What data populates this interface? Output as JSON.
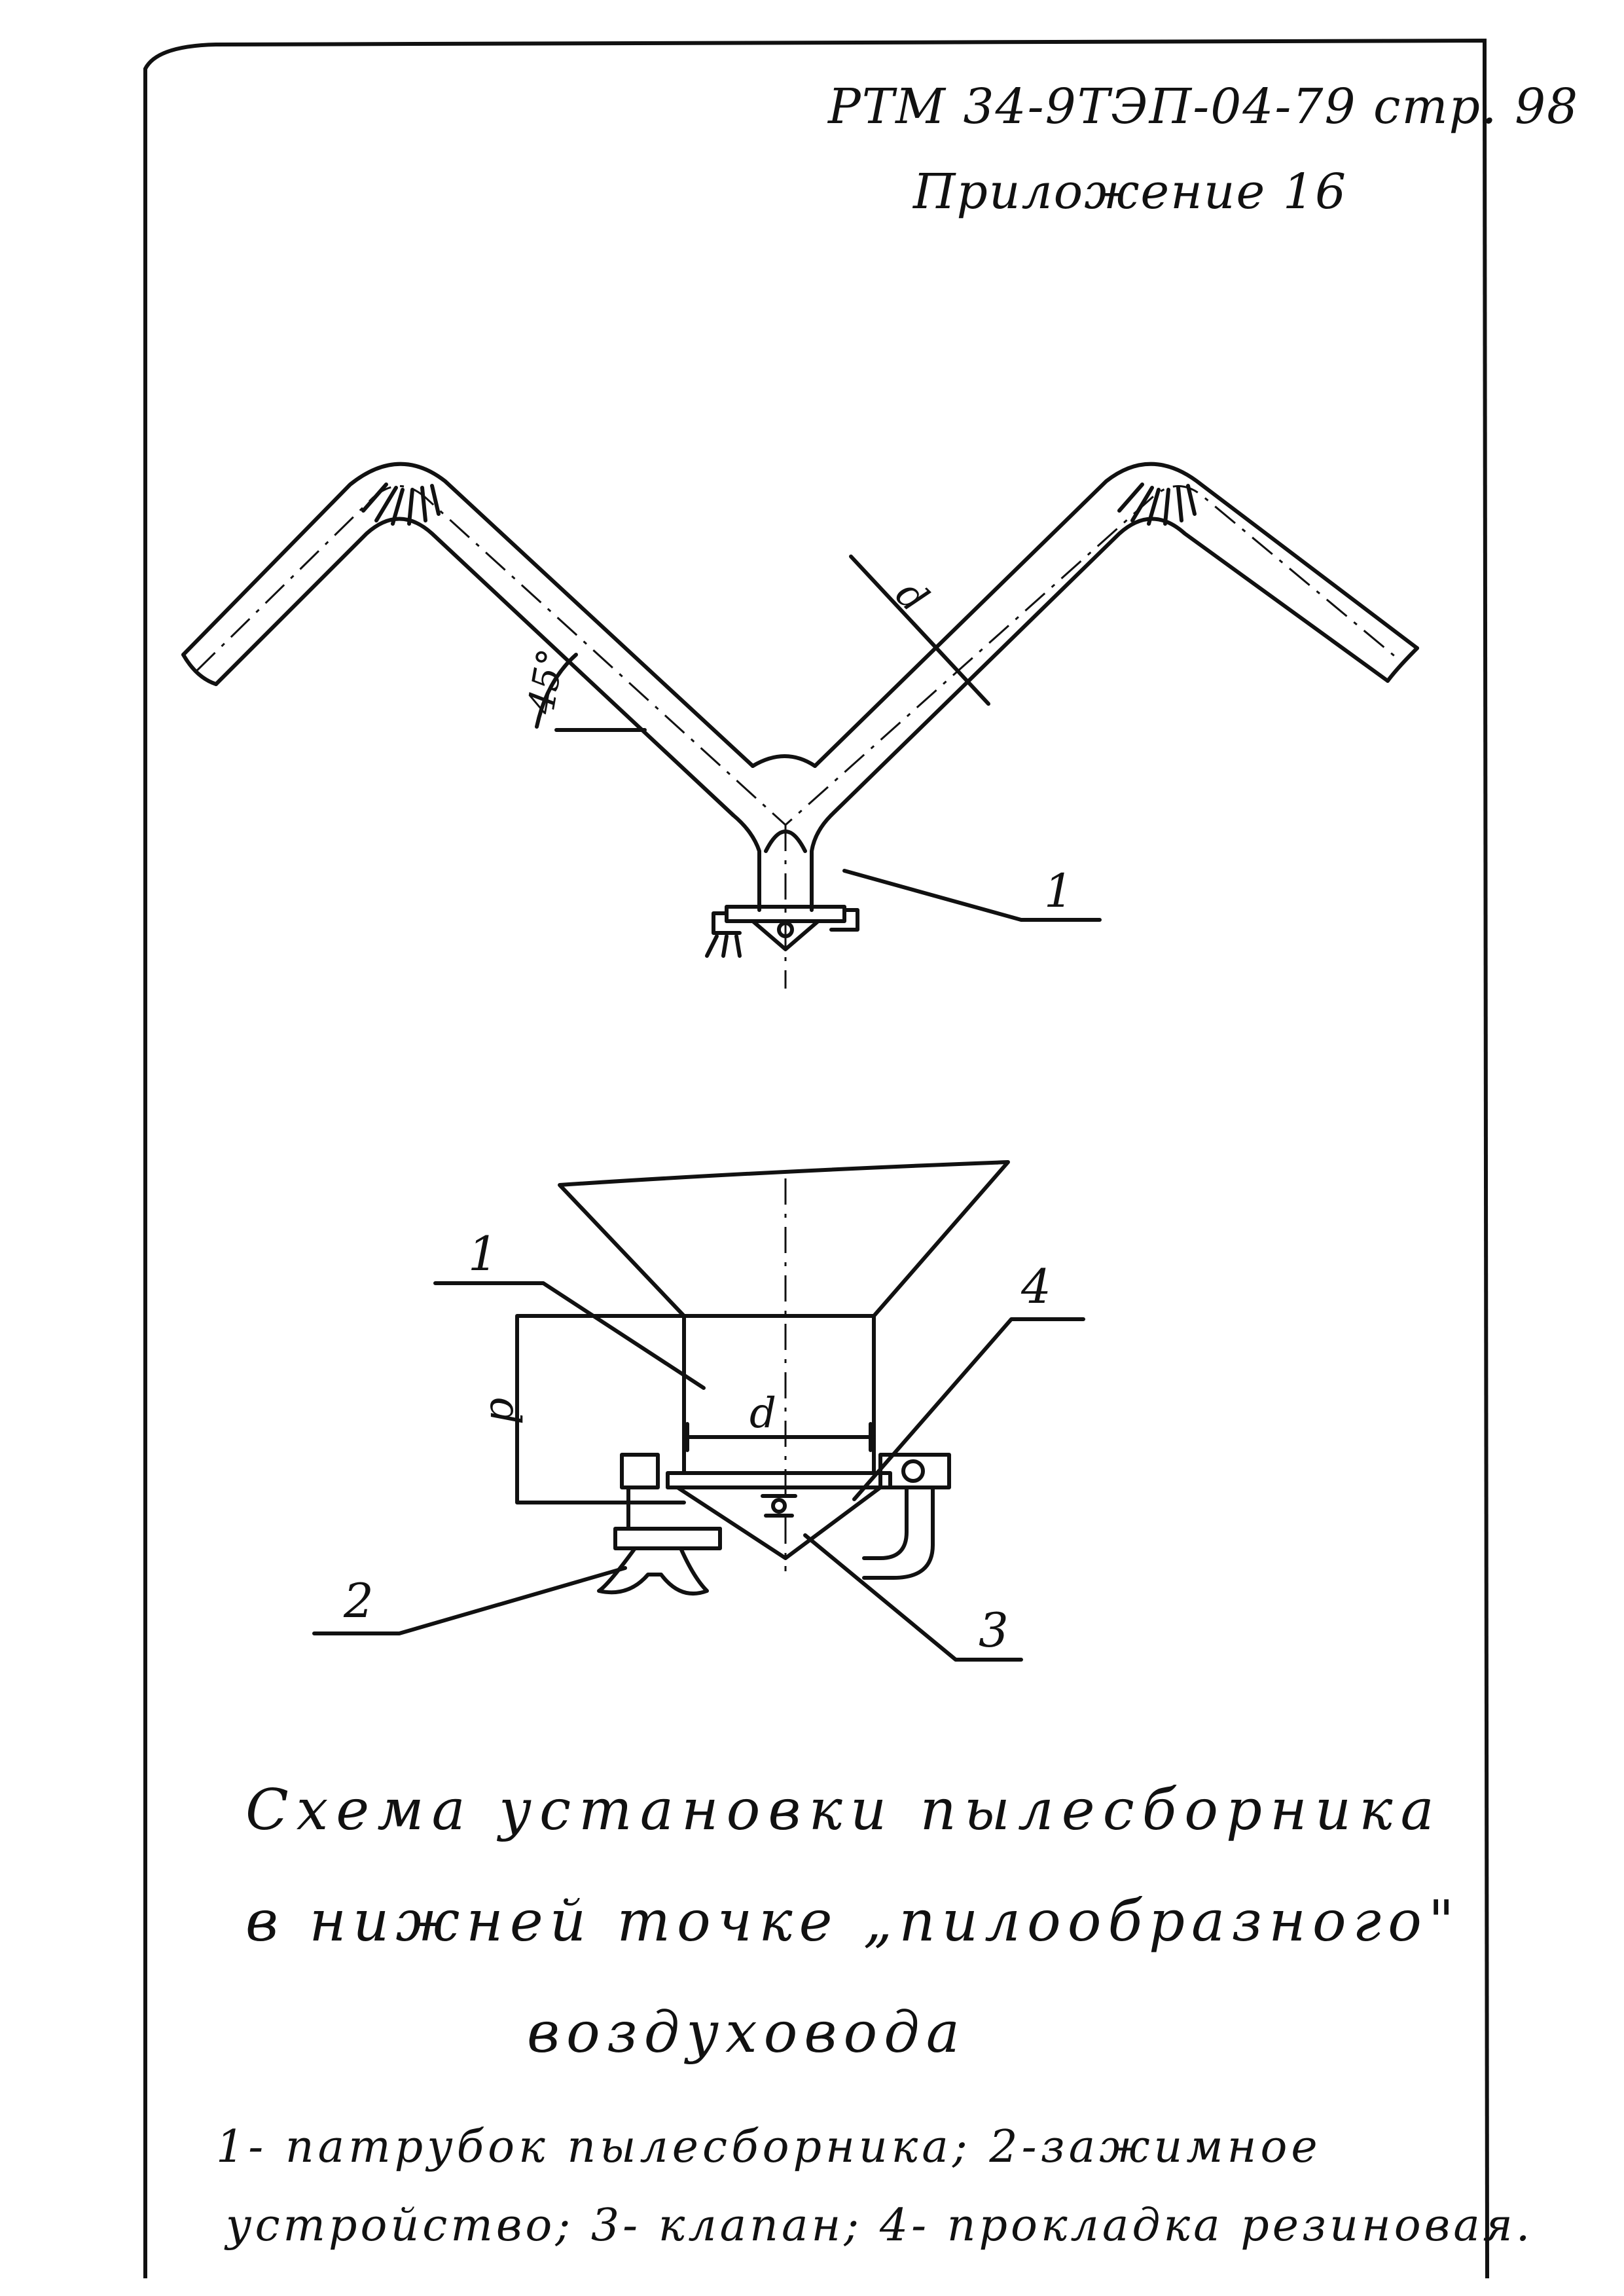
{
  "header": {
    "doc_code": "РТМ 34-9ТЭП-04-79 стр. 98",
    "appendix": "Приложение 16"
  },
  "top_drawing": {
    "angle_label": "45°",
    "diameter_label": "d",
    "callout_1": "1"
  },
  "detail_drawing": {
    "callout_1": "1",
    "callout_2": "2",
    "callout_3": "3",
    "callout_4": "4",
    "diameter_label": "d",
    "height_label": "d"
  },
  "title": {
    "line1": "Схема установки пылесборника",
    "line2": "в нижней точке „пилообразного\"",
    "line3": "воздуховода"
  },
  "legend": {
    "line1": "1- патрубок пылесборника; 2-зажимное",
    "line2": "устройство; 3- клапан; 4- прокладка резиновая."
  },
  "colors": {
    "ink": "#111111",
    "paper": "#ffffff"
  }
}
